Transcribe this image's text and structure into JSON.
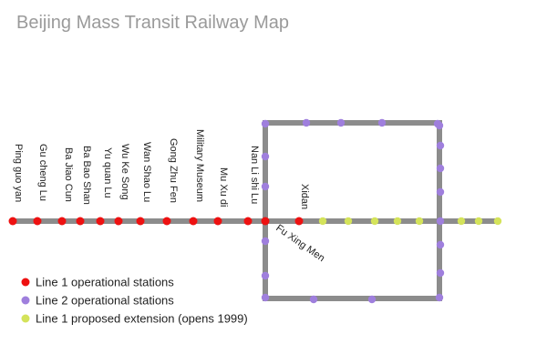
{
  "title": "Beijing Mass Transit Railway Map",
  "colors": {
    "track": "#8c8c8c",
    "line1": "#ee1111",
    "line2": "#9f7fdd",
    "extension": "#d4e35a"
  },
  "line1_stations": [
    "Ping guo yan",
    "Gu cheng Lu",
    "Ba Jiao Cun",
    "Ba Bao Shan",
    "Yu quan Lu",
    "Wu Ke Song",
    "Wan Shao Lu",
    "Gong Zhu Fen",
    "Military Museum",
    "Mu Xu di",
    "Nan Li shi Lu",
    "Fu Xing Men",
    "Xidan"
  ],
  "legend": [
    {
      "label": "Line 1 operational stations",
      "color": "#ee1111"
    },
    {
      "label": "Line 2 operational stations",
      "color": "#9f7fdd"
    },
    {
      "label": "Line 1 proposed extension (opens 1999)",
      "color": "#d4e35a"
    }
  ]
}
